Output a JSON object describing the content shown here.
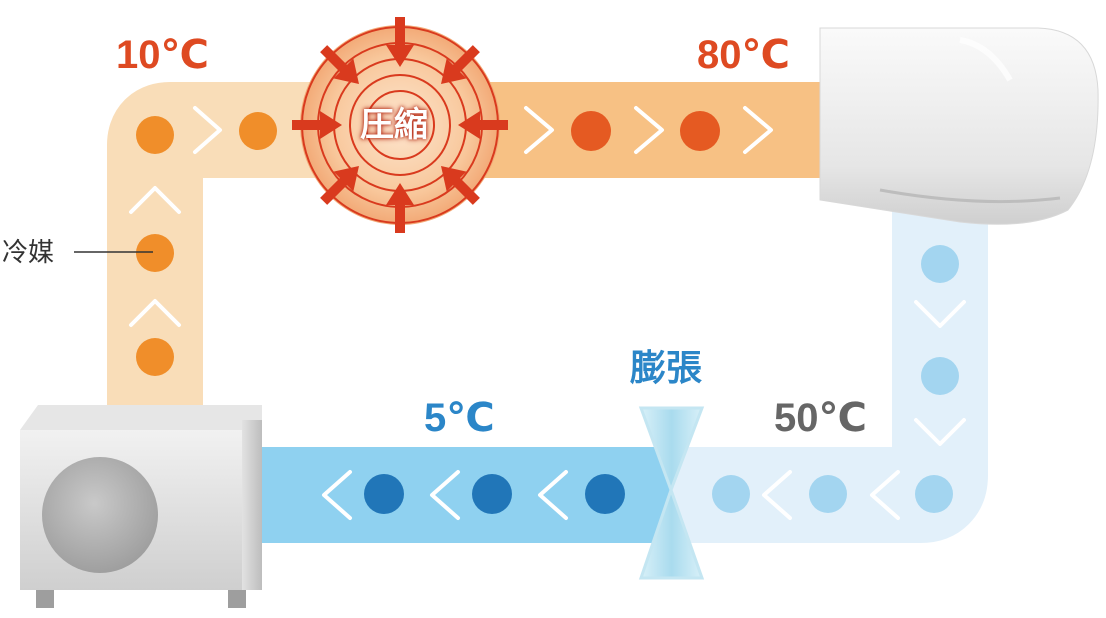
{
  "labels": {
    "temp_before_compress": "10℃",
    "temp_after_compress": "80℃",
    "temp_after_expand": "5℃",
    "temp_before_expand": "50℃",
    "compression": "圧縮",
    "expansion": "膨張",
    "refrigerant": "冷媒"
  },
  "colors": {
    "pipe_light_orange": "#f9ddb8",
    "pipe_orange": "#f7c184",
    "pipe_light_blue": "#e2f0fa",
    "pipe_blue": "#8fd1f0",
    "dot_orange": "#f08e2a",
    "dot_red_orange": "#e55a22",
    "dot_dark_blue": "#2176b8",
    "dot_light_blue": "#a3d5f0",
    "compression_arrow": "#d93a1e",
    "hot_text": "#de4a22",
    "cold_text": "#2b86c8"
  },
  "icons": {
    "indoor_unit": "air-conditioner-indoor-unit",
    "outdoor_unit": "air-conditioner-outdoor-unit",
    "compressor": "compression-burst-icon",
    "valve": "expansion-valve-icon"
  }
}
